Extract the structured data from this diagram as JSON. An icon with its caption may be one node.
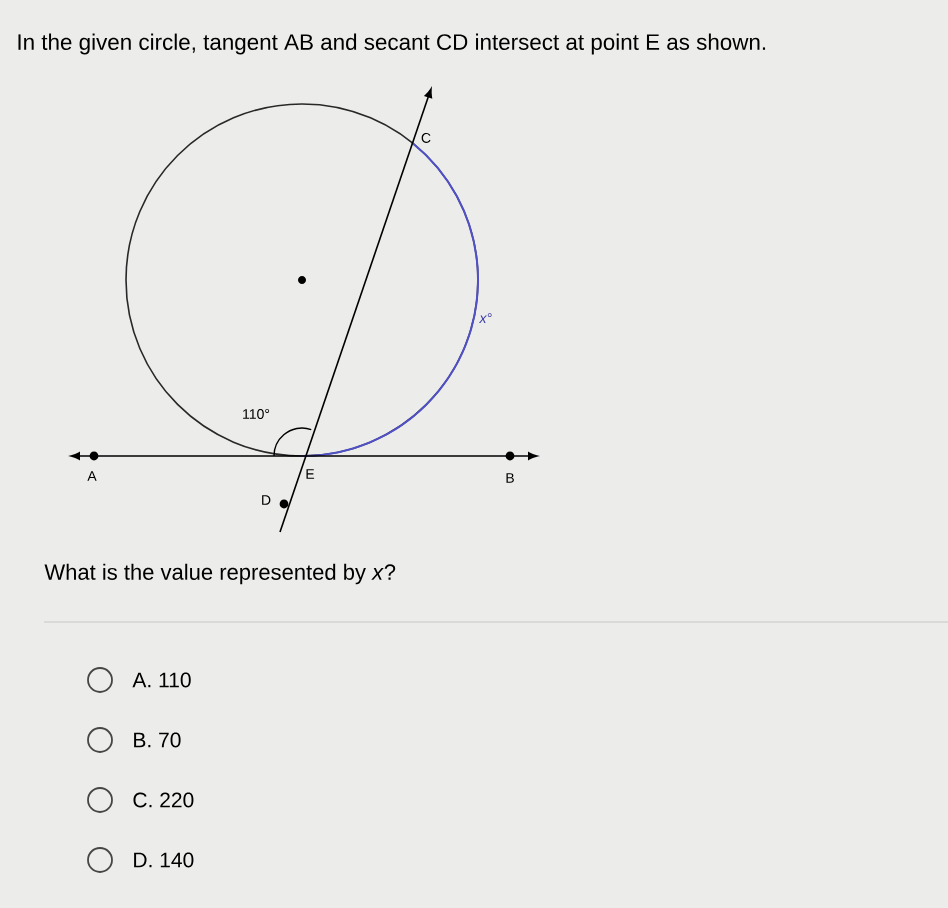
{
  "diagram": {
    "title": "In the given circle, tangent AB and secant CD intersect at point E as shown.",
    "labels": [
      "C",
      "*x*°",
      "110°",
      "A",
      "E",
      "B",
      "D",
      "What is the value represented by *x*?",
      "A. 110",
      "B. 70",
      "C. 220",
      "D. 140"
    ]
  }
}
